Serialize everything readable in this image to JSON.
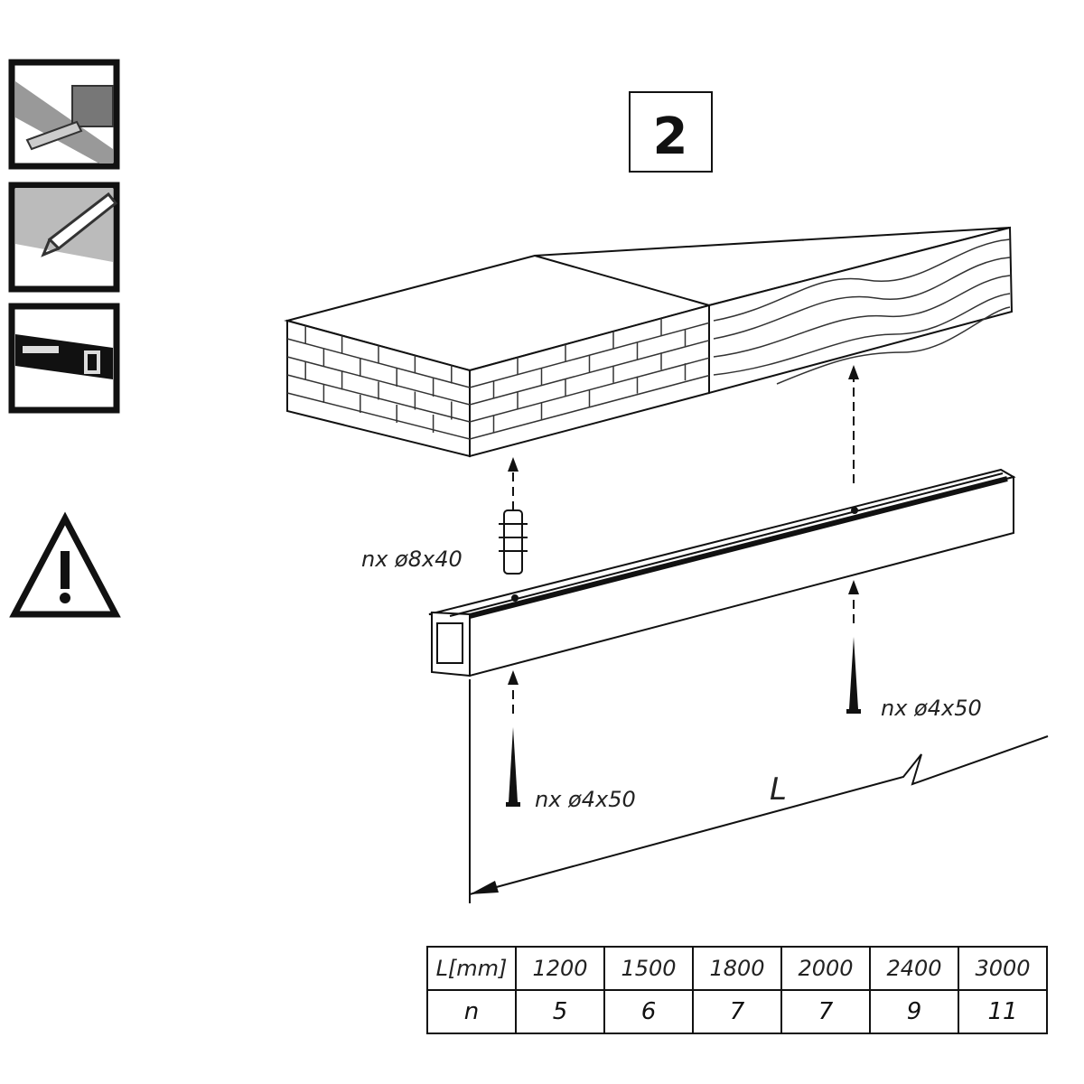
{
  "step": {
    "number": "2"
  },
  "side_icons": [
    {
      "name": "measuring-tape-icon"
    },
    {
      "name": "pencil-mark-icon"
    },
    {
      "name": "level-icon"
    },
    {
      "name": "warning-icon"
    }
  ],
  "labels": {
    "dowel": "nx  ø8x40",
    "screw_right": "nx  ø4x50",
    "screw_left": "nx  ø4x50",
    "length": "L"
  },
  "table": {
    "row_headers": [
      "L[mm]",
      "n"
    ],
    "lengths": [
      "1200",
      "1500",
      "1800",
      "2000",
      "2400",
      "3000"
    ],
    "counts": [
      "5",
      "6",
      "7",
      "7",
      "9",
      "11"
    ]
  }
}
